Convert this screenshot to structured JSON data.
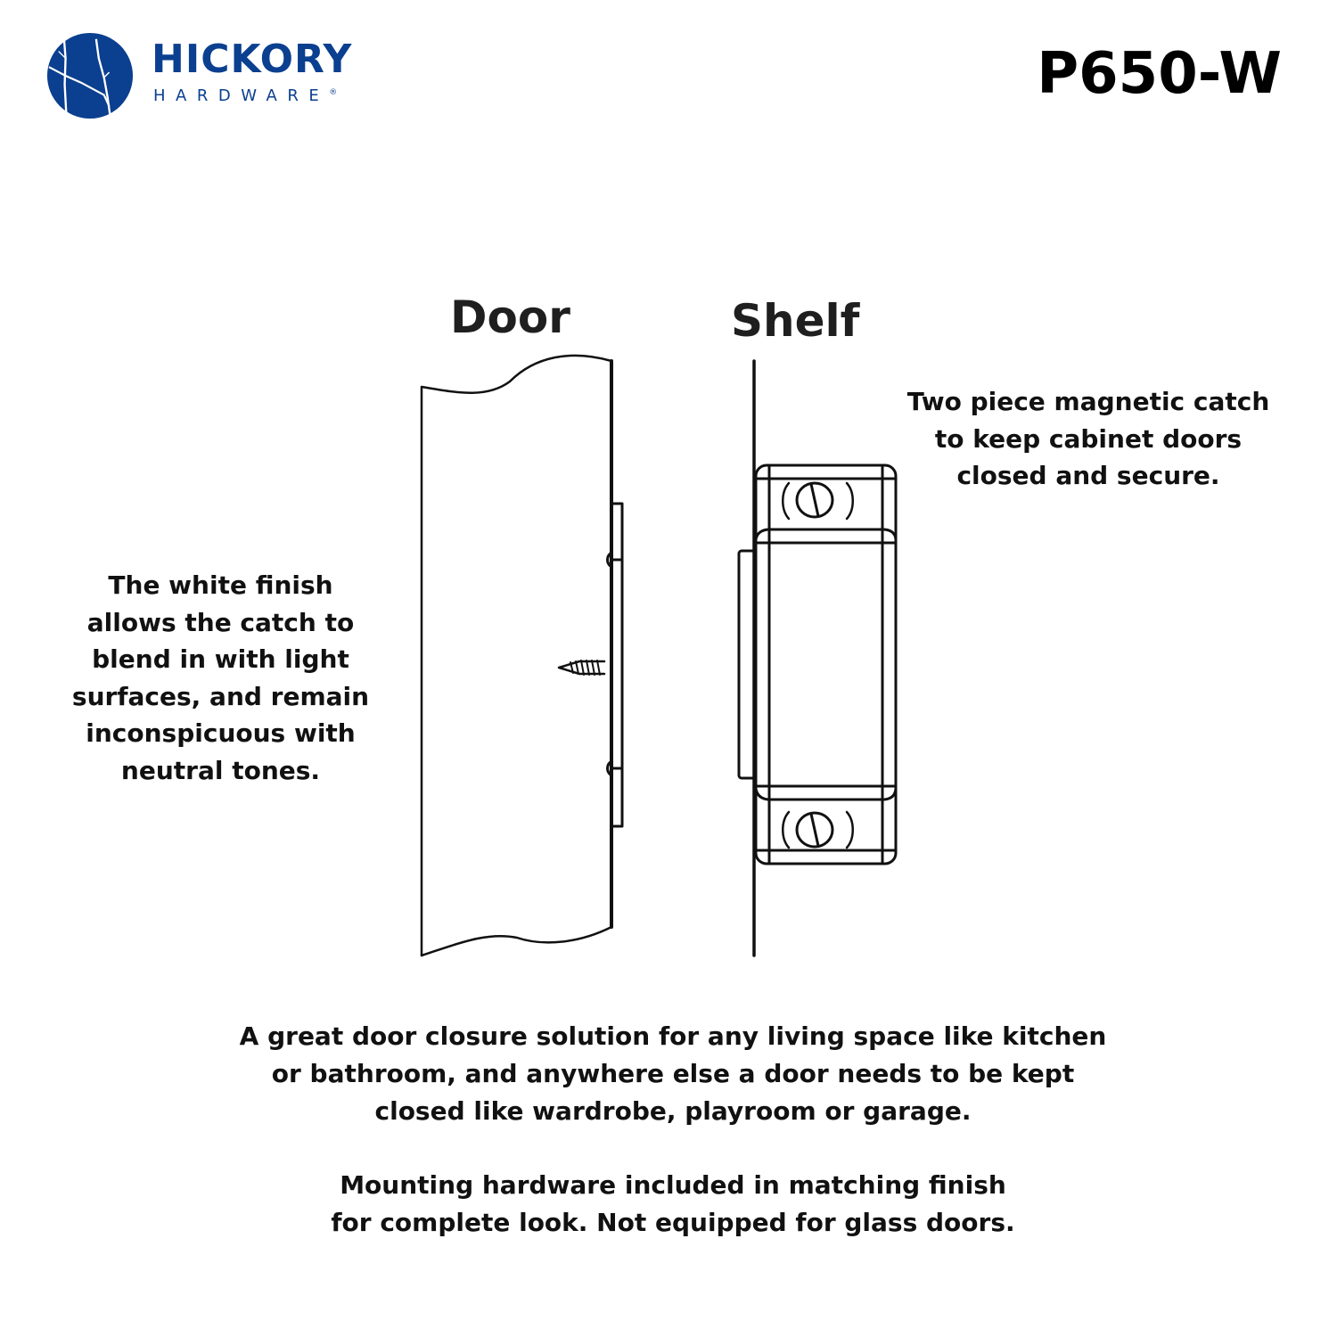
{
  "brand": {
    "name_line1": "HICKORY",
    "name_line2": "HARDWARE",
    "registered_mark": "®",
    "logo_icon": "branch-circle-logo",
    "brand_color": "#0b3f8f"
  },
  "product": {
    "model": "P650-W"
  },
  "diagram": {
    "labels": {
      "door": "Door",
      "shelf": "Shelf"
    },
    "line_color": "#111111",
    "parts": [
      "door-panel",
      "strike-plate",
      "mounting-screw",
      "shelf-edge",
      "magnetic-catch-body",
      "catch-screws"
    ]
  },
  "callouts": {
    "right": [
      "Two piece magnetic catch",
      "to keep cabinet doors",
      "closed and secure."
    ],
    "left": [
      "The white finish",
      "allows the catch to",
      "blend in with light",
      "surfaces, and remain",
      "inconspicuous with",
      "neutral tones."
    ]
  },
  "description": {
    "paragraph1": [
      "A great door closure solution for any living space like kitchen",
      "or bathroom, and anywhere else a door needs to be kept",
      "closed like wardrobe, playroom or garage."
    ],
    "paragraph2": [
      "Mounting hardware included in matching finish",
      "for complete look. Not equipped for glass doors."
    ]
  }
}
